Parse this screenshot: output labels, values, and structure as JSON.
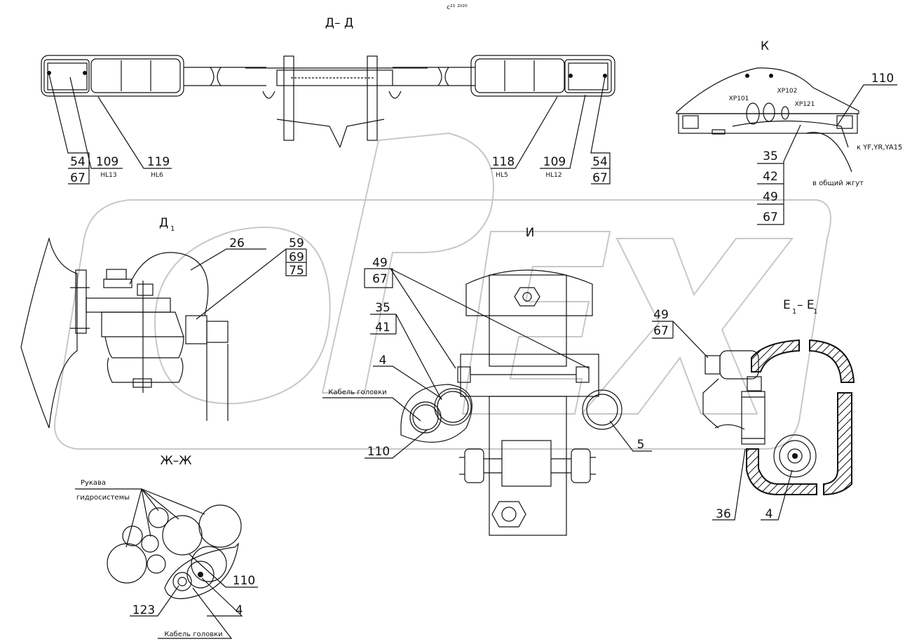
{
  "sections": {
    "dd": "Д– Д",
    "k": "К",
    "d1": "Д",
    "d1_sub": "1",
    "i": "И",
    "e1": "Е",
    "e1_sub": "1",
    "e1_b": "– Е",
    "zhzh": "Ж–Ж"
  },
  "header_mark": "с²¹ ²⁰²⁰",
  "watermark": "ODEX",
  "dd_labels": {
    "l54a": "54",
    "l67a": "67",
    "l109a": "109",
    "hl13": "HL13",
    "l119": "119",
    "hl6": "HL6",
    "l118": "118",
    "hl5": "HL5",
    "l109b": "109",
    "hl12": "HL12",
    "l54b": "54",
    "l67b": "67"
  },
  "k_labels": {
    "xp101": "XP101",
    "xp102": "XP102",
    "xp121": "XP121",
    "l110": "110",
    "l35": "35",
    "l42": "42",
    "l49": "49",
    "l67": "67",
    "to_yf": "к YF,YR,YA15",
    "harness": "в общий жгут"
  },
  "d1_labels": {
    "l26": "26",
    "l59": "59",
    "l69": "69",
    "l75": "75"
  },
  "i_labels": {
    "l49": "49",
    "l67": "67",
    "l35": "35",
    "l41": "41",
    "l4": "4",
    "cable": "Кабель головки",
    "l110": "110",
    "l5": "5"
  },
  "e1_labels": {
    "l49": "49",
    "l67": "67",
    "l36": "36",
    "l4": "4"
  },
  "zh_labels": {
    "hoses_1": "Рукава",
    "hoses_2": "гидросистемы",
    "l110": "110",
    "l123": "123",
    "l4": "4",
    "cable": "Кабель головки"
  }
}
